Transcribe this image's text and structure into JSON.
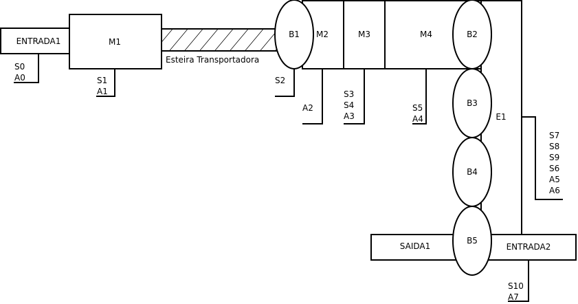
{
  "blocks": {
    "entrada1": "ENTRADA1",
    "m1": "M1",
    "m2": "M2",
    "m3": "M3",
    "m4": "M4",
    "b1": "B1",
    "b2": "B2",
    "b3": "B3",
    "b4": "B4",
    "b5": "B5",
    "e1": "E1",
    "saida1": "SAIDA1",
    "entrada2": "ENTRADA2"
  },
  "conveyor_label": "Esteira Transportadora",
  "signals": {
    "entrada1": [
      "S0",
      "A0"
    ],
    "m1": [
      "S1",
      "A1"
    ],
    "b1": [
      "S2"
    ],
    "m2": [
      "A2"
    ],
    "m3": [
      "S3",
      "S4",
      "A3"
    ],
    "m4": [
      "S5",
      "A4"
    ],
    "e1": [
      "S7",
      "S8",
      "S9",
      "S6",
      "A5",
      "A6"
    ],
    "entrada2": [
      "S10",
      "A7"
    ]
  }
}
